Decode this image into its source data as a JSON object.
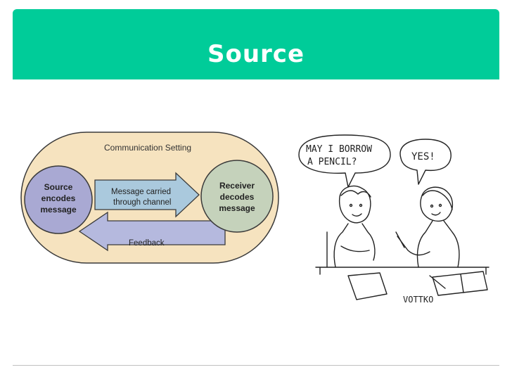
{
  "slide": {
    "title": "Source"
  },
  "diagram": {
    "setting_label": "Communication Setting",
    "source": [
      "Source",
      "encodes",
      "message"
    ],
    "receiver": [
      "Receiver",
      "decodes",
      "message"
    ],
    "message_arrow": [
      "Message carried",
      "through channel"
    ],
    "feedback_label": "Feedback",
    "colors": {
      "setting_fill": "#f6e3bf",
      "source_fill": "#a9a9d3",
      "receiver_fill": "#c5d2bb",
      "message_arrow_fill": "#aac9dd",
      "feedback_arrow_fill": "#b5b9de",
      "outline": "#3a3a3a"
    }
  },
  "cartoon": {
    "bubble_left": [
      "MAY I BORROW",
      "A PENCIL?"
    ],
    "bubble_right": "YES!",
    "signature": "VOTTKO"
  }
}
